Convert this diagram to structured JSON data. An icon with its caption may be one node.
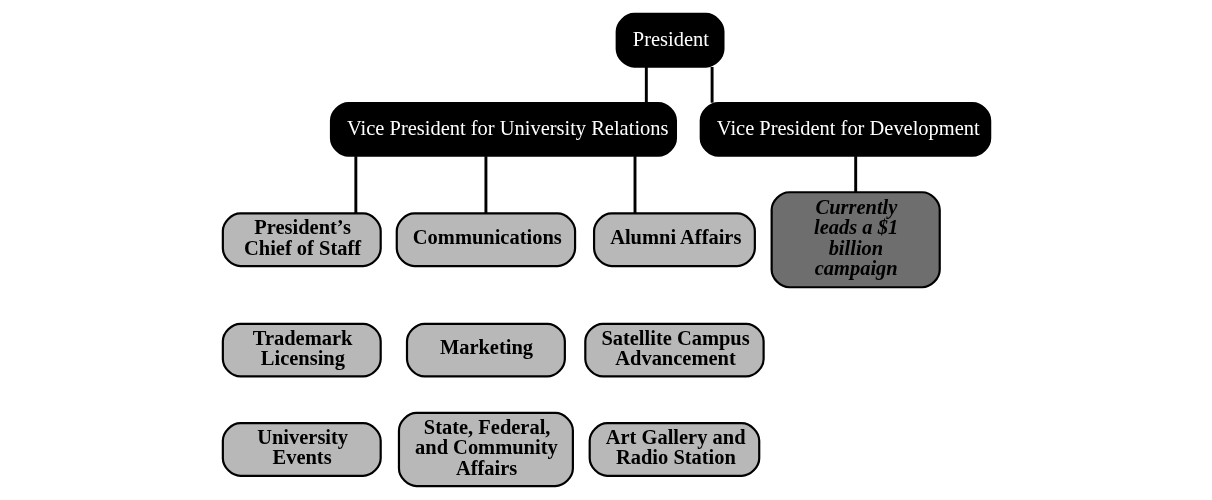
{
  "diagram": {
    "nodes": [
      {
        "text": [
          "President"
        ]
      },
      {
        "text": [
          "Vice President for University Relations"
        ]
      },
      {
        "text": [
          "Vice President for Development"
        ]
      },
      {
        "text": [
          "President’s Chief of Staff"
        ]
      },
      {
        "text": [
          "Trademark Licensing"
        ]
      },
      {
        "text": [
          "University Events"
        ]
      },
      {
        "text": [
          "Communications"
        ]
      },
      {
        "text": [
          "Marketing"
        ]
      },
      {
        "text": [
          "State, Federal, and Community Affairs"
        ]
      },
      {
        "text": [
          "Alumni Affairs"
        ]
      },
      {
        "text": [
          "Satellite Campus Advancement"
        ]
      },
      {
        "text": [
          "Art Gallery and Radio Station"
        ]
      },
      {
        "text": [
          "Currently leads a $1 billion campaign"
        ]
      }
    ],
    "edges": [
      {
        "from": 0,
        "to": 1,
        "arrow": "none"
      },
      {
        "from": 0,
        "to": 2,
        "arrow": "none"
      },
      {
        "from": 1,
        "to": 3,
        "arrow": "none"
      },
      {
        "from": 1,
        "to": 6,
        "arrow": "none"
      },
      {
        "from": 1,
        "to": 9,
        "arrow": "none"
      },
      {
        "from": 2,
        "to": 12,
        "arrow": "none"
      }
    ]
  }
}
